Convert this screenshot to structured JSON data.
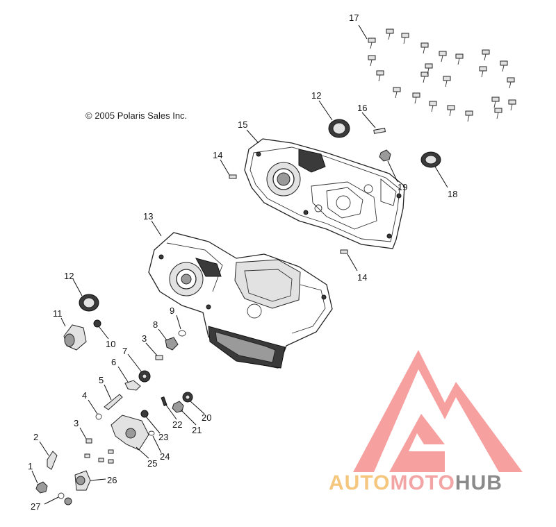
{
  "copyright": "© 2005 Polaris Sales Inc.",
  "callouts": {
    "c1": "1",
    "c2": "2",
    "c3a": "3",
    "c3b": "3",
    "c4": "4",
    "c5": "5",
    "c6": "6",
    "c7": "7",
    "c8": "8",
    "c9": "9",
    "c10": "10",
    "c11": "11",
    "c12a": "12",
    "c12b": "12",
    "c13": "13",
    "c14a": "14",
    "c14b": "14",
    "c15": "15",
    "c16": "16",
    "c17": "17",
    "c18": "18",
    "c19": "19",
    "c20": "20",
    "c21": "21",
    "c22": "22",
    "c23": "23",
    "c24": "24",
    "c25": "25",
    "c26": "26",
    "c27": "27"
  },
  "watermark": {
    "part1": "AUTO",
    "part2": "MOTO",
    "part3": "HUB",
    "color_auto": "#f5c77e",
    "color_moto": "#f3a4a4",
    "color_hub": "#8a8a8a",
    "logo_color": "#f26b6b"
  }
}
